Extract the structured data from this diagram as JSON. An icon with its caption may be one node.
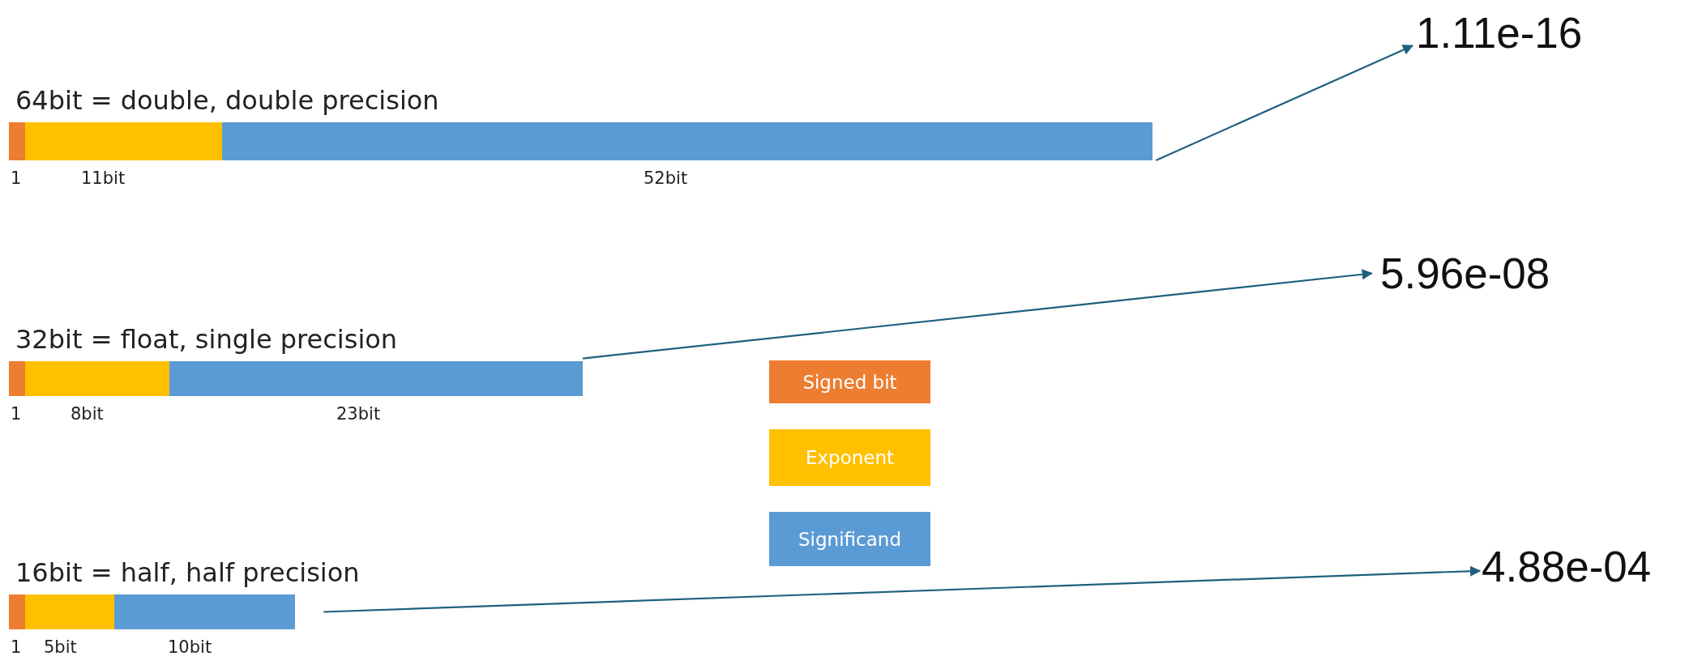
{
  "diagram": {
    "nodes": [
      {
        "text": [
          "64bit = double, double precision"
        ],
        "beside": [
          "1",
          "11bit",
          "52bit"
        ]
      },
      {
        "text": [
          "1.11e-16"
        ]
      },
      {
        "text": [
          "32bit = float, single precision"
        ],
        "beside": [
          "1",
          "8bit",
          "23bit"
        ]
      },
      {
        "text": [
          "5.96e-08"
        ]
      },
      {
        "text": [
          "16bit = half, half precision"
        ],
        "beside": [
          "1",
          "5bit",
          "10bit"
        ]
      },
      {
        "text": [
          "4.88e-04"
        ]
      }
    ],
    "edges": [
      {
        "from": 0,
        "to": 1,
        "arrow": "to"
      },
      {
        "from": 2,
        "to": 3,
        "arrow": "to"
      },
      {
        "from": 4,
        "to": 5,
        "arrow": "to"
      }
    ],
    "legend": [
      {
        "text": "Signed bit",
        "color": "#ed7d31"
      },
      {
        "text": "Exponent",
        "color": "#ffc000"
      },
      {
        "text": "Significand",
        "color": "#5b9bd5"
      }
    ]
  }
}
